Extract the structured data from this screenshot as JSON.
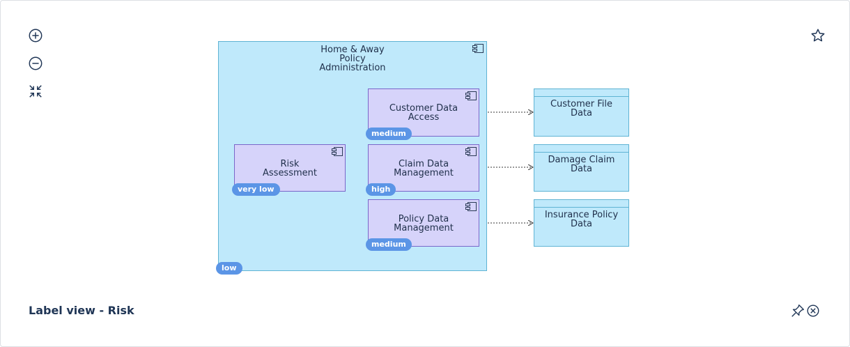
{
  "toolbar": {
    "zoom_in_icon": "plus-circle",
    "zoom_out_icon": "minus-circle",
    "fit_icon": "collapse-arrows",
    "favorite_icon": "star-outline",
    "pin_icon": "pin",
    "close_icon": "close-circle"
  },
  "view": {
    "title": "Label view - Risk"
  },
  "diagram": {
    "container": {
      "label": "Home & Away\nPolicy\nAdministration",
      "badge": "low"
    },
    "components": [
      {
        "label": "Customer Data\nAccess",
        "badge": "medium"
      },
      {
        "label": "Claim Data\nManagement",
        "badge": "high"
      },
      {
        "label": "Policy Data\nManagement",
        "badge": "medium"
      },
      {
        "label": "Risk\nAssessment",
        "badge": "very low"
      }
    ],
    "data_objects": [
      {
        "label": "Customer File\nData"
      },
      {
        "label": "Damage Claim\nData"
      },
      {
        "label": "Insurance Policy\nData"
      }
    ]
  },
  "colors": {
    "container_fill": "#bfe9fb",
    "component_fill": "#d6d3fa",
    "badge": "#5b95e6",
    "title": "#1f3555"
  }
}
